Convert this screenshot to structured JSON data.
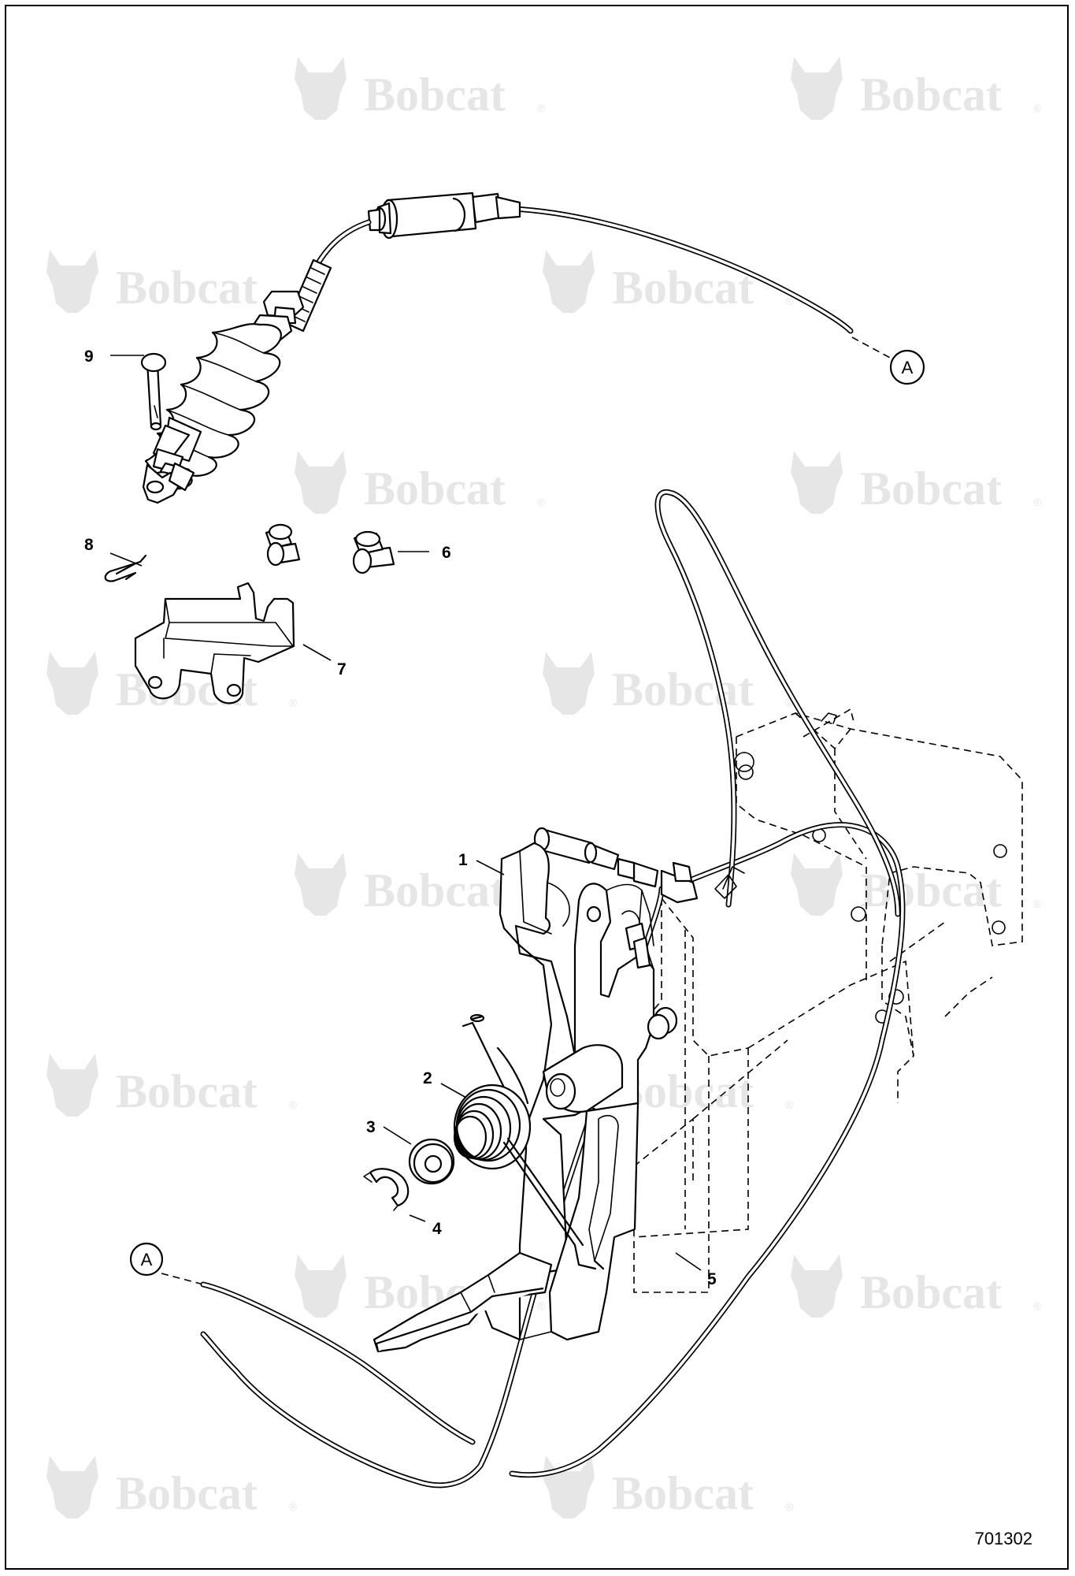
{
  "watermark": {
    "brand": "Bobcat",
    "reg_mark": "®"
  },
  "callouts": {
    "c1": "1",
    "c2": "2",
    "c3": "3",
    "c4": "4",
    "c5": "5",
    "c6": "6",
    "c7": "7",
    "c8": "8",
    "c9": "9"
  },
  "connectors": {
    "top": "A",
    "bottom": "A"
  },
  "drawing_number": "701302",
  "colors": {
    "line": "#000000",
    "watermark": "#e6e6e6",
    "background": "#ffffff"
  }
}
